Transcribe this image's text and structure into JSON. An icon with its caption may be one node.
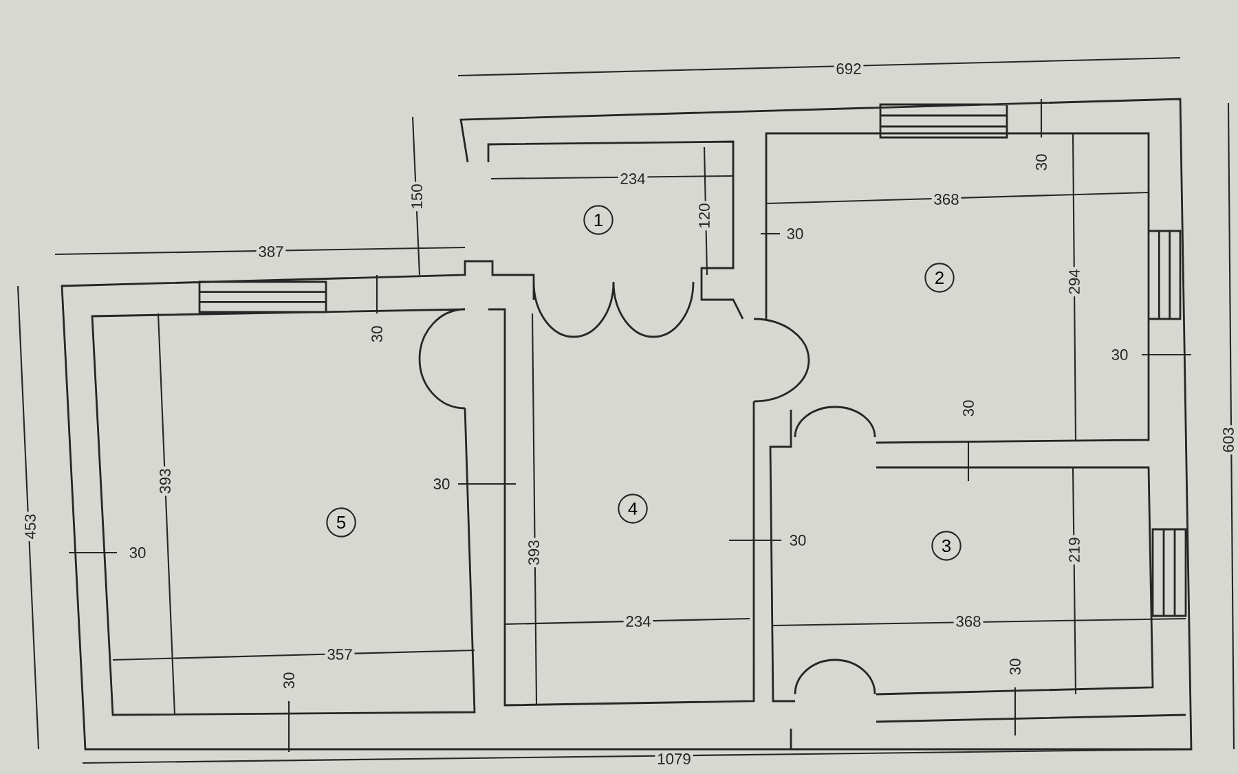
{
  "diagram": {
    "nodes": [
      {
        "text": [
          "1"
        ]
      },
      {
        "text": [
          "2"
        ]
      },
      {
        "text": [
          "3"
        ]
      },
      {
        "text": [
          "4"
        ]
      },
      {
        "text": [
          "5"
        ]
      }
    ],
    "labels": [
      "692",
      "234",
      "368",
      "150",
      "120",
      "30",
      "30",
      "387",
      "294",
      "30",
      "30",
      "30",
      "603",
      "393",
      "30",
      "393",
      "453",
      "30",
      "30",
      "219",
      "234",
      "368",
      "357",
      "30",
      "30",
      "1079"
    ]
  }
}
